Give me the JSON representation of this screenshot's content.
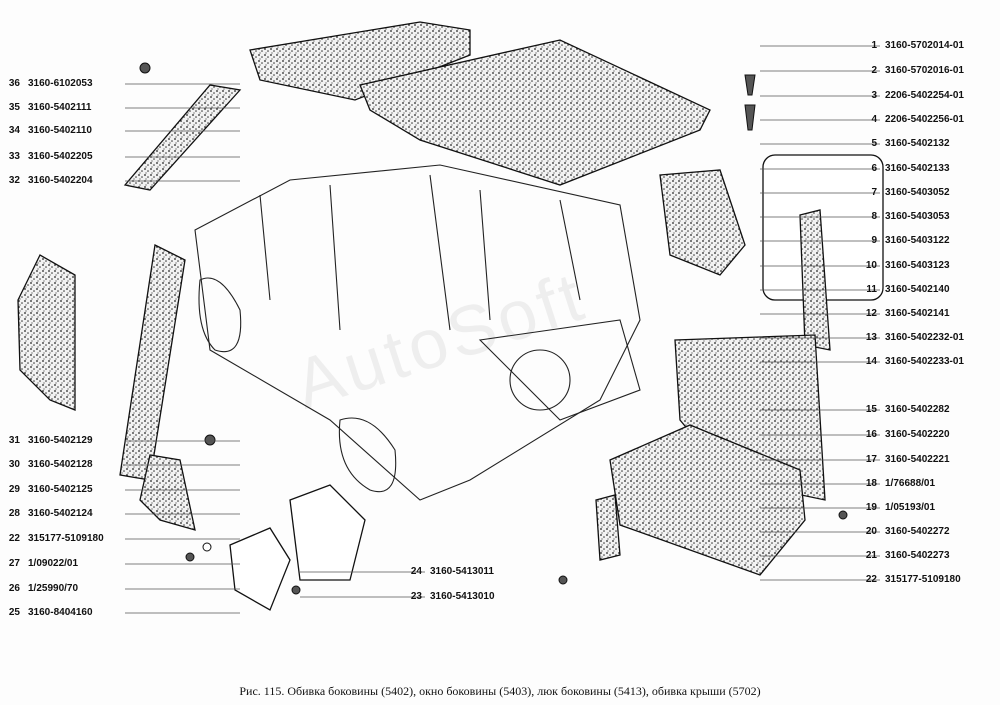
{
  "caption": "Рис. 115. Обивка боковины (5402), окно боковины (5403), люк боковины (5413), обивка крыши (5702)",
  "watermark": "AutoSoft",
  "right_labels": [
    {
      "num": "1",
      "code": "3160-5702014-01"
    },
    {
      "num": "2",
      "code": "3160-5702016-01"
    },
    {
      "num": "3",
      "code": "2206-5402254-01"
    },
    {
      "num": "4",
      "code": "2206-5402256-01"
    },
    {
      "num": "5",
      "code": "3160-5402132"
    },
    {
      "num": "6",
      "code": "3160-5402133"
    },
    {
      "num": "7",
      "code": "3160-5403052"
    },
    {
      "num": "8",
      "code": "3160-5403053"
    },
    {
      "num": "9",
      "code": "3160-5403122"
    },
    {
      "num": "10",
      "code": "3160-5403123"
    },
    {
      "num": "11",
      "code": "3160-5402140"
    },
    {
      "num": "12",
      "code": "3160-5402141"
    },
    {
      "num": "13",
      "code": "3160-5402232-01"
    },
    {
      "num": "14",
      "code": "3160-5402233-01"
    },
    {
      "num": "15",
      "code": "3160-5402282"
    },
    {
      "num": "16",
      "code": "3160-5402220"
    },
    {
      "num": "17",
      "code": "3160-5402221"
    },
    {
      "num": "18",
      "code": "1/76688/01"
    },
    {
      "num": "19",
      "code": "1/05193/01"
    },
    {
      "num": "20",
      "code": "3160-5402272"
    },
    {
      "num": "21",
      "code": "3160-5402273"
    },
    {
      "num": "22",
      "code": "315177-5109180"
    }
  ],
  "left_labels": [
    {
      "num": "36",
      "code": "3160-6102053"
    },
    {
      "num": "35",
      "code": "3160-5402111"
    },
    {
      "num": "34",
      "code": "3160-5402110"
    },
    {
      "num": "33",
      "code": "3160-5402205"
    },
    {
      "num": "32",
      "code": "3160-5402204"
    },
    {
      "num": "31",
      "code": "3160-5402129"
    },
    {
      "num": "30",
      "code": "3160-5402128"
    },
    {
      "num": "29",
      "code": "3160-5402125"
    },
    {
      "num": "28",
      "code": "3160-5402124"
    },
    {
      "num": "22",
      "code": "315177-5109180"
    },
    {
      "num": "27",
      "code": "1/09022/01"
    },
    {
      "num": "26",
      "code": "1/25990/70"
    },
    {
      "num": "25",
      "code": "3160-8404160"
    }
  ],
  "middle_labels": [
    {
      "num": "24",
      "code": "3160-5413011"
    },
    {
      "num": "23",
      "code": "3160-5413010"
    }
  ]
}
